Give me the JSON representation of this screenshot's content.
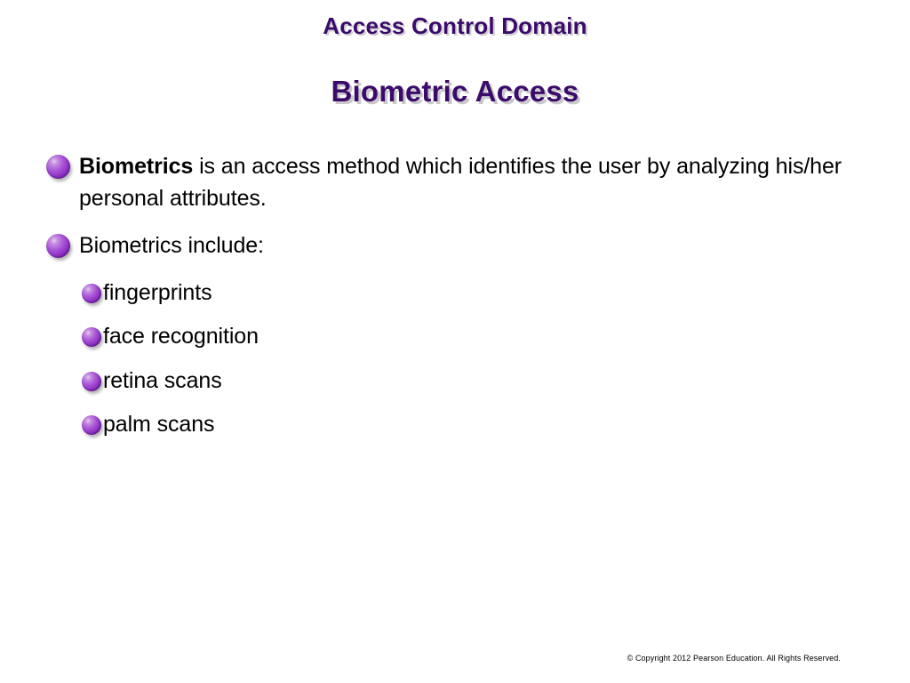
{
  "slide": {
    "title": "Access Control Domain",
    "subtitle": "Biometric Access",
    "accent_color": "#3b0b6b",
    "bullet_color": "#a855d6",
    "background_color": "#ffffff",
    "bullets": [
      {
        "level": 1,
        "lead": "Biometrics",
        "rest": " is an access method which identifies the user by analyzing his/her personal attributes."
      },
      {
        "level": 1,
        "lead": "",
        "rest": "Biometrics include:"
      },
      {
        "level": 2,
        "text": "fingerprints"
      },
      {
        "level": 2,
        "text": "face recognition"
      },
      {
        "level": 2,
        "text": "retina scans"
      },
      {
        "level": 2,
        "text": "palm scans"
      }
    ],
    "footer": "© Copyright 2012 Pearson Education. All Rights Reserved."
  }
}
